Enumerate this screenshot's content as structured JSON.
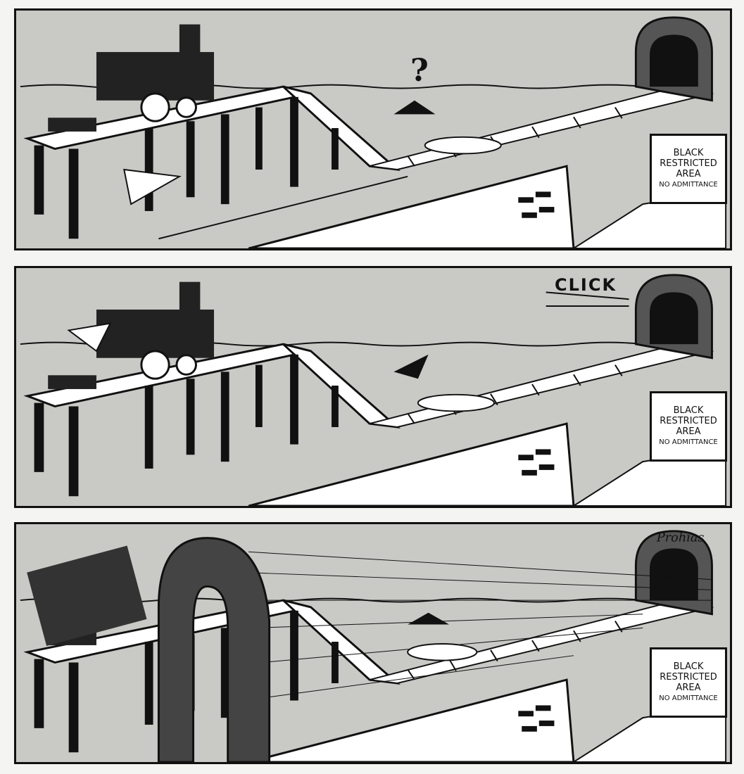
{
  "comic": {
    "panels": [
      {
        "sign": {
          "line1": "BLACK",
          "line2": "RESTRICTED",
          "line3": "AREA",
          "line4": "NO ADMITTANCE"
        },
        "question_mark": "?"
      },
      {
        "sign": {
          "line1": "BLACK",
          "line2": "RESTRICTED",
          "line3": "AREA",
          "line4": "NO ADMITTANCE"
        },
        "sound_effect": "CLICK"
      },
      {
        "sign": {
          "line1": "BLACK",
          "line2": "RESTRICTED",
          "line3": "AREA",
          "line4": "NO ADMITTANCE"
        }
      }
    ],
    "signature": "Prohias"
  },
  "colors": {
    "background": "#c9c9c6",
    "ink": "#111111",
    "paper": "#ffffff"
  }
}
